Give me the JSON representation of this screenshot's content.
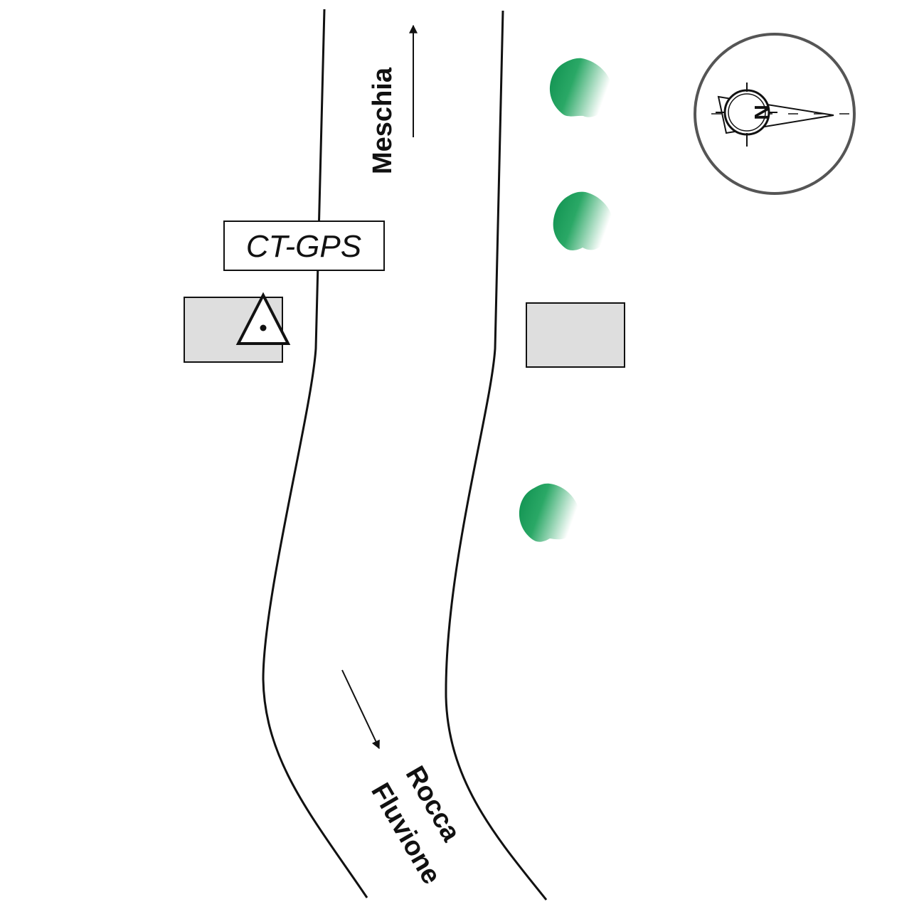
{
  "labels": {
    "meschia": "Meschia",
    "rocca": "Rocca",
    "fluvione": "Fluvione",
    "station": "CT-GPS",
    "compass_n": "N"
  },
  "colors": {
    "road_line": "#111111",
    "building_fill": "#dedede",
    "tree_dark": "#0d8f4e",
    "tree_light": "#ffffff",
    "compass_ring": "#555555"
  },
  "icons": {
    "station_marker": "gps-station-triangle-icon",
    "compass": "north-compass-icon",
    "tree": "tree-icon"
  }
}
